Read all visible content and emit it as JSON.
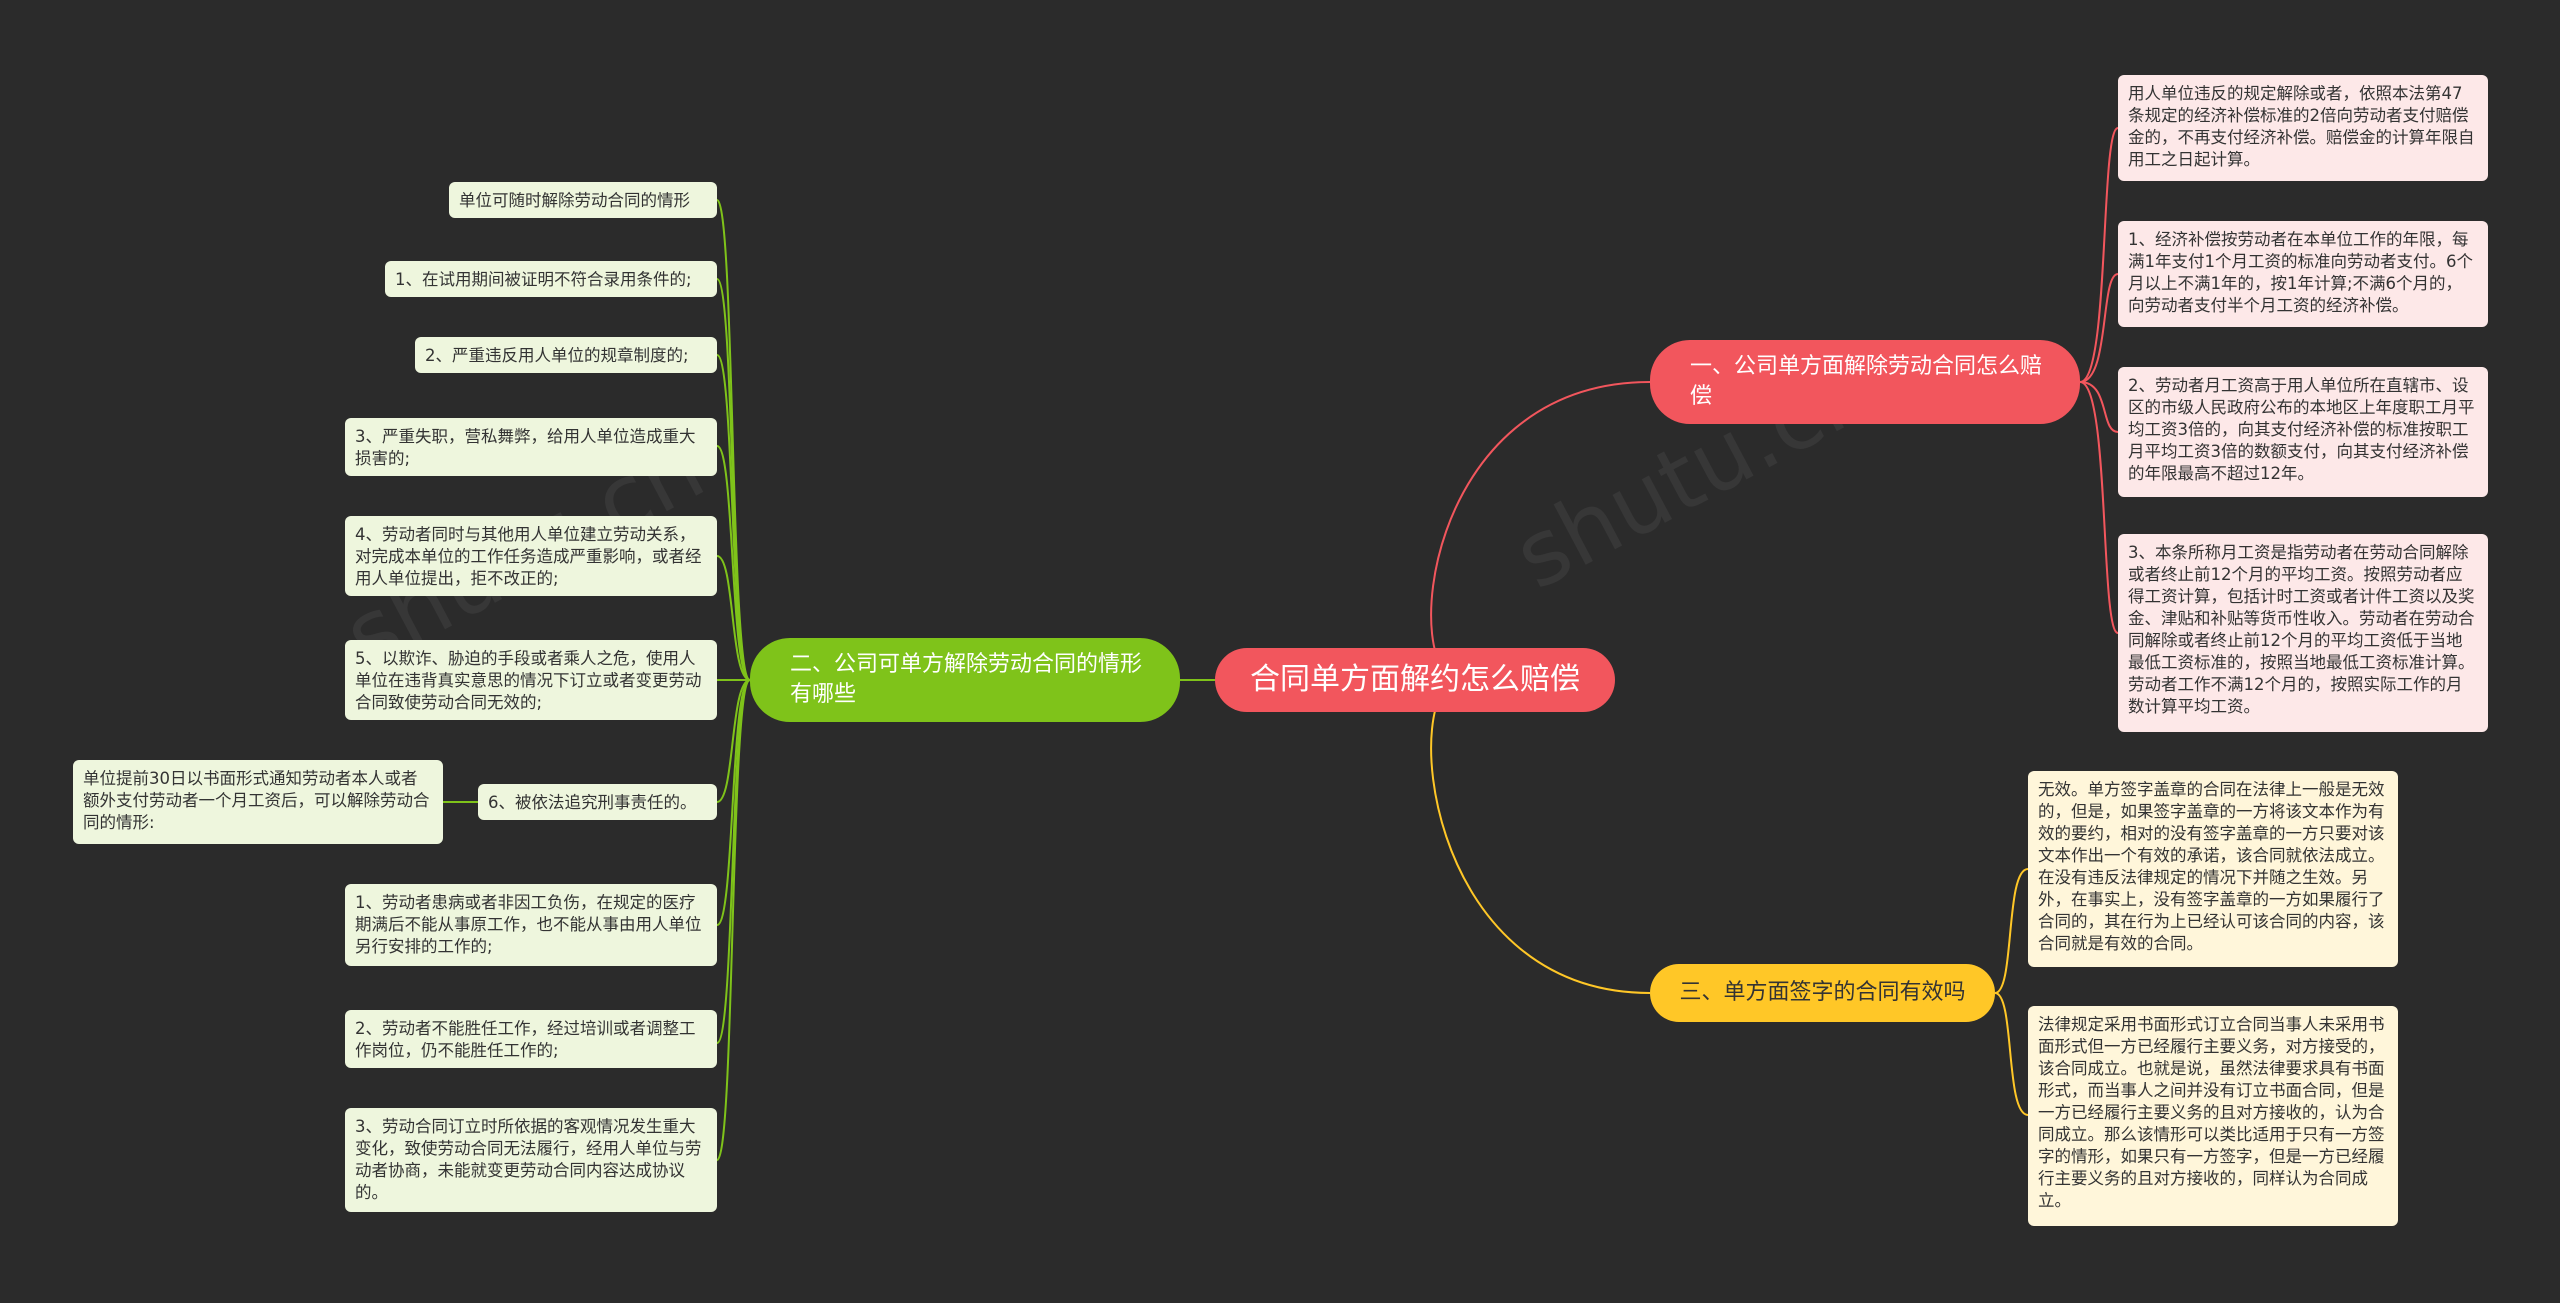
{
  "root": "合同单方面解约怎么赔偿",
  "branch1": {
    "title": "一、公司单方面解除劳动合同怎么赔偿",
    "items": [
      "用人单位违反的规定解除或者，依照本法第47条规定的经济补偿标准的2倍向劳动者支付赔偿金的，不再支付经济补偿。赔偿金的计算年限自用工之日起计算。",
      "1、经济补偿按劳动者在本单位工作的年限，每满1年支付1个月工资的标准向劳动者支付。6个月以上不满1年的，按1年计算;不满6个月的，向劳动者支付半个月工资的经济补偿。",
      "2、劳动者月工资高于用人单位所在直辖市、设区的市级人民政府公布的本地区上年度职工月平均工资3倍的，向其支付经济补偿的标准按职工月平均工资3倍的数额支付，向其支付经济补偿的年限最高不超过12年。",
      "3、本条所称月工资是指劳动者在劳动合同解除或者终止前12个月的平均工资。按照劳动者应得工资计算，包括计时工资或者计件工资以及奖金、津贴和补贴等货币性收入。劳动者在劳动合同解除或者终止前12个月的平均工资低于当地最低工资标准的，按照当地最低工资标准计算。劳动者工作不满12个月的，按照实际工作的月数计算平均工资。"
    ]
  },
  "branch2": {
    "title": "二、公司可单方解除劳动合同的情形有哪些",
    "items": [
      "单位可随时解除劳动合同的情形",
      "1、在试用期间被证明不符合录用条件的;",
      "2、严重违反用人单位的规章制度的;",
      "3、严重失职，营私舞弊，给用人单位造成重大损害的;",
      "4、劳动者同时与其他用人单位建立劳动关系，对完成本单位的工作任务造成严重影响，或者经用人单位提出，拒不改正的;",
      "5、以欺诈、胁迫的手段或者乘人之危，使用人单位在违背真实意思的情况下订立或者变更劳动合同致使劳动合同无效的;",
      "6、被依法追究刑事责任的。",
      "1、劳动者患病或者非因工负伤，在规定的医疗期满后不能从事原工作，也不能从事由用人单位另行安排的工作的;",
      "2、劳动者不能胜任工作，经过培训或者调整工作岗位，仍不能胜任工作的;",
      "3、劳动合同订立时所依据的客观情况发生重大变化，致使劳动合同无法履行，经用人单位与劳动者协商，未能就变更劳动合同内容达成协议的。"
    ],
    "sub_item": "单位提前30日以书面形式通知劳动者本人或者额外支付劳动者一个月工资后，可以解除劳动合同的情形:"
  },
  "branch3": {
    "title": "三、单方面签字的合同有效吗",
    "items": [
      "无效。单方签字盖章的合同在法律上一般是无效的，但是，如果签字盖章的一方将该文本作为有效的要约，相对的没有签字盖章的一方只要对该文本作出一个有效的承诺，该合同就依法成立。在没有违反法律规定的情况下并随之生效。另外，在事实上，没有签字盖章的一方如果履行了合同的，其在行为上已经认可该合同的内容，该合同就是有效的合同。",
      "法律规定采用书面形式订立合同当事人未采用书面形式但一方已经履行主要义务，对方接受的，该合同成立。也就是说，虽然法律要求具有书面形式，而当事人之间并没有订立书面合同，但是一方已经履行主要义务的且对方接收的，认为合同成立。那么该情形可以类比适用于只有一方签字的情形，如果只有一方签字，但是一方已经履行主要义务的且对方接收的，同样认为合同成立。"
    ]
  },
  "colors": {
    "red": "#f2565d",
    "green": "#7fc31a",
    "yellow": "#ffc727",
    "background": "#2b2b2b"
  }
}
